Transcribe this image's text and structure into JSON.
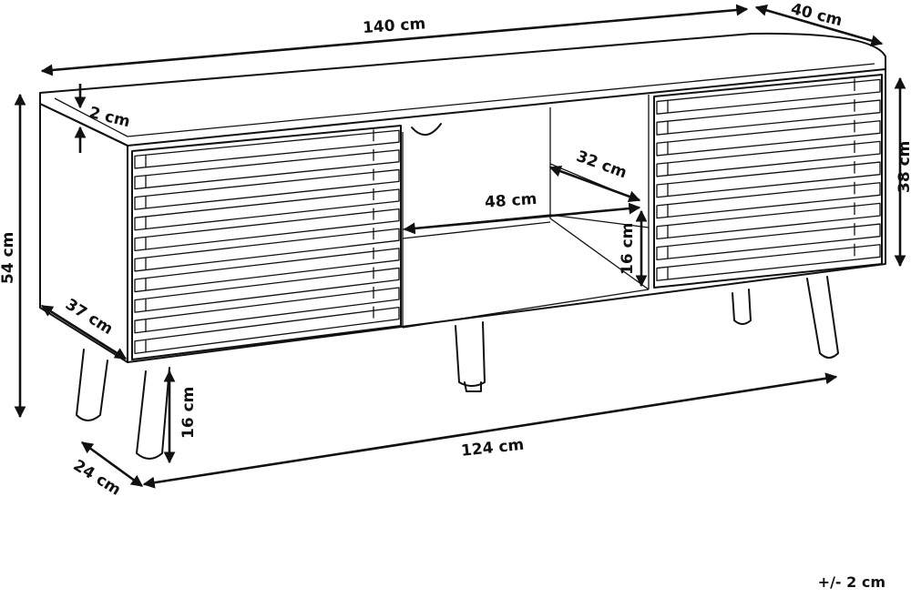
{
  "dimensions": {
    "width": "140 cm",
    "depth": "40 cm",
    "height": "54 cm",
    "top_thickness": "2 cm",
    "side_depth": "37 cm",
    "inner_height": "38 cm",
    "shelf_depth": "32 cm",
    "shelf_width": "48 cm",
    "shelf_gap": "16 cm",
    "leg_height": "16 cm",
    "leg_span": "124 cm",
    "leg_depth": "24 cm"
  },
  "tolerance": "+/- 2 cm"
}
